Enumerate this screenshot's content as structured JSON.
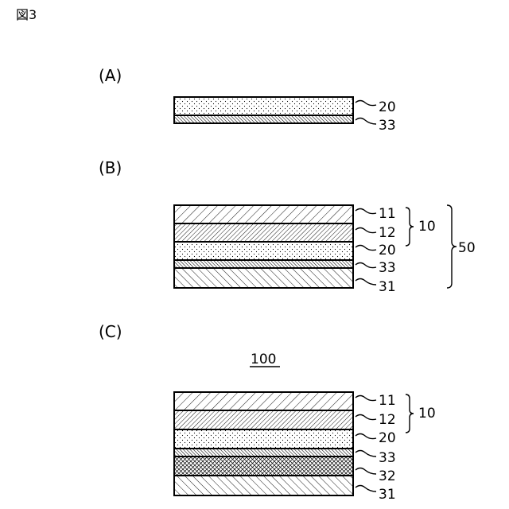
{
  "figure_label": "図3",
  "panels": {
    "a": {
      "label": "(A)"
    },
    "b": {
      "label": "(B)"
    },
    "c": {
      "label": "(C)",
      "title": "100"
    }
  },
  "numerals": {
    "n11": "11",
    "n12": "12",
    "n20": "20",
    "n31": "31",
    "n32": "32",
    "n33": "33",
    "n10": "10",
    "n50": "50"
  }
}
